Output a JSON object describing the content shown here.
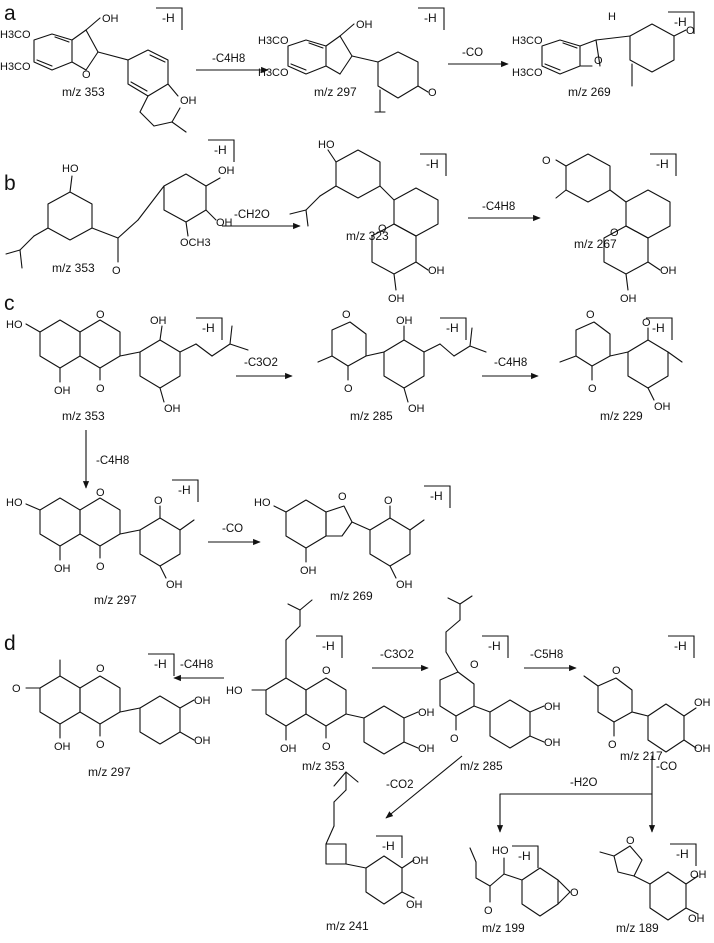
{
  "panels": {
    "a": {
      "label": "a",
      "ion": "-H",
      "molecules": [
        {
          "mz": "m/z 353",
          "substituents": [
            "H3CO",
            "H3CO",
            "OH",
            "OH"
          ]
        },
        {
          "mz": "m/z 297",
          "substituents": [
            "H3CO",
            "H3CO",
            "OH",
            "O"
          ]
        },
        {
          "mz": "m/z 269",
          "substituents": [
            "H3CO",
            "H3CO",
            "O",
            "H",
            "O"
          ]
        }
      ],
      "losses": [
        "-C4H8",
        "-CO"
      ]
    },
    "b": {
      "label": "b",
      "ion": "-H",
      "molecules": [
        {
          "mz": "m/z 353",
          "substituents": [
            "HO",
            "O",
            "OH",
            "OH",
            "OCH3"
          ]
        },
        {
          "mz": "m/z 323",
          "substituents": [
            "HO",
            "O",
            "OH",
            "OH"
          ]
        },
        {
          "mz": "m/z 267",
          "substituents": [
            "O",
            "O",
            "OH",
            "OH"
          ]
        }
      ],
      "losses": [
        "-CH2O",
        "-C4H8"
      ]
    },
    "c": {
      "label": "c",
      "ion": "-H",
      "molecules": [
        {
          "mz": "m/z 353",
          "substituents": [
            "HO",
            "O",
            "OH",
            "OH",
            "O",
            "OH"
          ]
        },
        {
          "mz": "m/z 285",
          "substituents": [
            "O",
            "OH",
            "O",
            "OH"
          ]
        },
        {
          "mz": "m/z 229",
          "substituents": [
            "O",
            "O",
            "O",
            "OH"
          ]
        },
        {
          "mz": "m/z 297",
          "substituents": [
            "HO",
            "O",
            "OH",
            "O",
            "O",
            "OH"
          ]
        },
        {
          "mz": "m/z 269",
          "substituents": [
            "HO",
            "O",
            "OH",
            "O",
            "OH"
          ]
        }
      ],
      "losses": [
        "-C3O2",
        "-C4H8",
        "-C4H8",
        "-CO"
      ]
    },
    "d": {
      "label": "d",
      "ion": "-H",
      "molecules": [
        {
          "mz": "m/z 297",
          "substituents": [
            "O",
            "O",
            "OH",
            "O",
            "OH",
            "OH"
          ]
        },
        {
          "mz": "m/z 353",
          "substituents": [
            "HO",
            "O",
            "OH",
            "O",
            "OH",
            "OH"
          ]
        },
        {
          "mz": "m/z 285",
          "substituents": [
            "O",
            "O",
            "OH",
            "OH"
          ]
        },
        {
          "mz": "m/z 217",
          "substituents": [
            "O",
            "O",
            "OH",
            "OH"
          ]
        },
        {
          "mz": "m/z 241",
          "substituents": [
            "OH",
            "OH"
          ]
        },
        {
          "mz": "m/z 199",
          "substituents": [
            "HO",
            "O",
            "O"
          ]
        },
        {
          "mz": "m/z 189",
          "substituents": [
            "O",
            "OH",
            "OH"
          ]
        }
      ],
      "losses": [
        "-C4H8",
        "-C3O2",
        "-C5H8",
        "-CO2",
        "-H2O",
        "-CO"
      ]
    }
  }
}
